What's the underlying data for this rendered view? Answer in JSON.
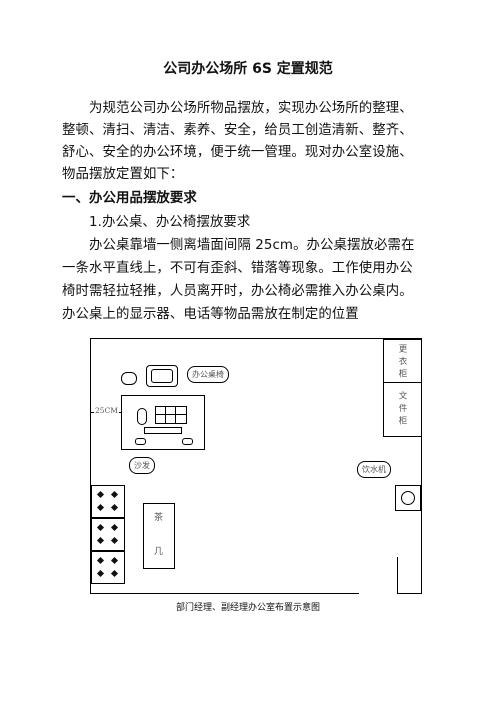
{
  "doc": {
    "title": "公司办公场所 6S 定置规范",
    "lines": [
      "　　为规范公司办公场所物品摆放，实现办公场所的整理、",
      "整顿、清扫、清洁、素养、安全，给员工创造清新、整齐、",
      "舒心、安全的办公环境，便于统一管理。现对办公室设施、",
      "物品摆放定置如下："
    ],
    "section1": "一、办公用品摆放要求",
    "sub1": "　　1.办公桌、办公椅摆放要求",
    "body_lines": [
      "　　办公桌靠墙一侧离墙面间隔 25cm。办公桌摆放必需在",
      "一条水平直线上，不可有歪斜、错落等现象。工作使用办公",
      "椅时需轻拉轻推，人员离开时，办公椅必需推入办公桌内。",
      "办公桌上的显示器、电话等物品需放在制定的位置"
    ]
  },
  "diagram": {
    "wardrobe": "更衣柜",
    "file_cabinet": "文件柜",
    "desk_chair_callout": "办公桌椅",
    "sofa_callout": "沙发",
    "water_callout": "饮水机",
    "distance_label": "25CM",
    "tea_table_top": "茶",
    "tea_table_bottom": "几",
    "caption": "部门经理、副经理办公室布置示意图"
  }
}
